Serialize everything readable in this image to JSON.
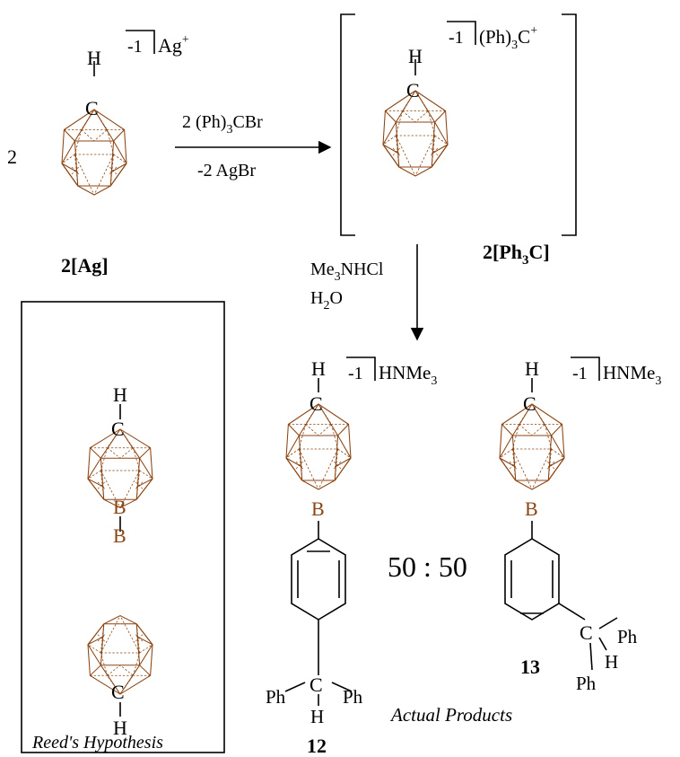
{
  "colors": {
    "cage": "#8B4513",
    "text": "#000000"
  },
  "reactant": {
    "coefficient": "2",
    "h_label": "H",
    "c_label": "C",
    "charge": "-1",
    "counterion_main": "Ag",
    "counterion_sup": "+",
    "compound_label": "2[Ag]"
  },
  "step1": {
    "reagent_pre": "2 (Ph)",
    "reagent_sub": "3",
    "reagent_post": "CBr",
    "byproduct": "-2 AgBr"
  },
  "intermediate": {
    "h_label": "H",
    "c_label": "C",
    "charge": "-1",
    "counterion_pre": "(Ph)",
    "counterion_sub": "3",
    "counterion_main": "C",
    "counterion_sup": "+",
    "label_pre": "2[Ph",
    "label_sub": "3",
    "label_post": "C]"
  },
  "step2": {
    "reagent1_pre": "Me",
    "reagent1_sub": "3",
    "reagent1_post": "NHCl",
    "reagent2_pre": "H",
    "reagent2_sub": "2",
    "reagent2_post": "O"
  },
  "hypothesis": {
    "top_h": "H",
    "top_c": "C",
    "b1": "B",
    "b2": "B",
    "bottom_c": "C",
    "bottom_h": "H",
    "caption": "Reed's Hypothesis"
  },
  "product12": {
    "h_label": "H",
    "c_label": "C",
    "b_label": "B",
    "charge": "-1",
    "counterion_pre": "HNMe",
    "counterion_sub": "3",
    "ph_left": "Ph",
    "ph_right": "Ph",
    "ch_c": "C",
    "ch_h": "H",
    "label": "12"
  },
  "product13": {
    "h_label": "H",
    "c_label": "C",
    "b_label": "B",
    "charge": "-1",
    "counterion_pre": "HNMe",
    "counterion_sub": "3",
    "ph_top": "Ph",
    "ph_bottom": "Ph",
    "ch_c": "C",
    "ch_h": "H",
    "label": "13"
  },
  "ratio": "50 : 50",
  "products_caption": "Actual Products"
}
